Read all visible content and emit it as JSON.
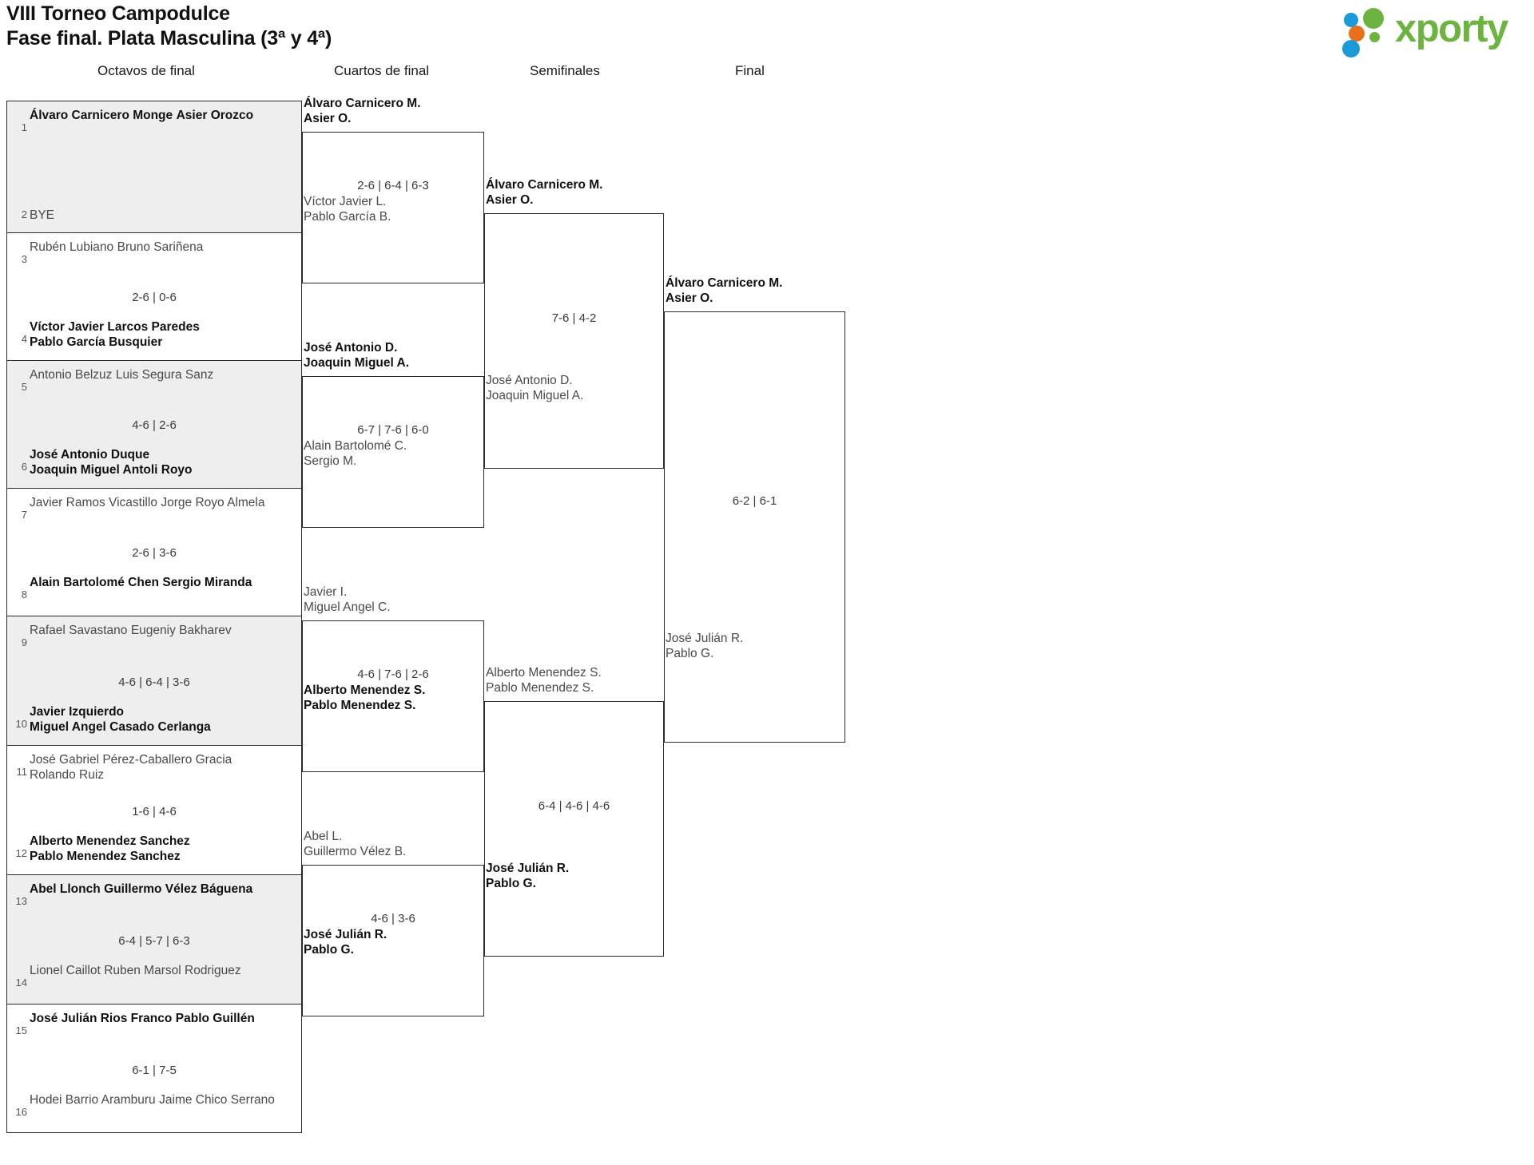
{
  "header": {
    "title_line1": "VIII Torneo Campodulce",
    "title_line2": "Fase final. Plata Masculina (3ª y 4ª)",
    "logo_text": "xporty",
    "logo_colors": {
      "blue": "#1a9ad7",
      "orange": "#e8701a",
      "green": "#6cb33f"
    }
  },
  "rounds": [
    {
      "label": "Octavos de final"
    },
    {
      "label": "Cuartos de final"
    },
    {
      "label": "Semifinales"
    },
    {
      "label": "Final"
    }
  ],
  "r1": {
    "matches": [
      {
        "score": "",
        "top": {
          "seed": "1",
          "line1": "Álvaro Carnicero Monge",
          "line2": "Asier Orozco",
          "winner": true
        },
        "bottom": {
          "seed": "2",
          "line1": "BYE",
          "line2": "",
          "winner": false
        }
      },
      {
        "score": "2-6 | 0-6",
        "top": {
          "seed": "3",
          "line1": "Rubén Lubiano",
          "line2": "Bruno Sariñena",
          "winner": false
        },
        "bottom": {
          "seed": "4",
          "line1": "Víctor Javier Larcos Paredes",
          "line2": "Pablo García Busquier",
          "winner": true
        }
      },
      {
        "score": "4-6 | 2-6",
        "top": {
          "seed": "5",
          "line1": "Antonio Belzuz",
          "line2": "Luis Segura Sanz",
          "winner": false
        },
        "bottom": {
          "seed": "6",
          "line1": "José Antonio Duque",
          "line2": "Joaquin Miguel Antoli Royo",
          "winner": true
        }
      },
      {
        "score": "2-6 | 3-6",
        "top": {
          "seed": "7",
          "line1": "Javier Ramos Vicastillo",
          "line2": "Jorge Royo Almela",
          "winner": false
        },
        "bottom": {
          "seed": "8",
          "line1": "Alain Bartolomé Chen",
          "line2": "Sergio Miranda",
          "winner": true
        }
      },
      {
        "score": "4-6 | 6-4 | 3-6",
        "top": {
          "seed": "9",
          "line1": "Rafael Savastano",
          "line2": "Eugeniy Bakharev",
          "winner": false
        },
        "bottom": {
          "seed": "10",
          "line1": "Javier Izquierdo",
          "line2": "Miguel Angel Casado Cerlanga",
          "winner": true
        }
      },
      {
        "score": "1-6 | 4-6",
        "top": {
          "seed": "11",
          "line1": "José Gabriel Pérez-Caballero Gracia",
          "line2": "Rolando Ruiz",
          "winner": false
        },
        "bottom": {
          "seed": "12",
          "line1": "Alberto Menendez Sanchez",
          "line2": "Pablo Menendez Sanchez",
          "winner": true
        }
      },
      {
        "score": "6-4 | 5-7 | 6-3",
        "top": {
          "seed": "13",
          "line1": "Abel Llonch",
          "line2": "Guillermo Vélez Báguena",
          "winner": true
        },
        "bottom": {
          "seed": "14",
          "line1": "Lionel Caillot",
          "line2": "Ruben Marsol Rodriguez",
          "winner": false
        }
      },
      {
        "score": "6-1 | 7-5",
        "top": {
          "seed": "15",
          "line1": "José Julián Rios Franco",
          "line2": "Pablo Guillén",
          "winner": true
        },
        "bottom": {
          "seed": "16",
          "line1": "Hodei Barrio Aramburu",
          "line2": "Jaime Chico Serrano",
          "winner": false
        }
      }
    ]
  },
  "r2": {
    "matches": [
      {
        "score": "2-6 | 6-4 | 6-3",
        "top": {
          "line1": "Álvaro Carnicero M.",
          "line2": "Asier O.",
          "winner": true
        },
        "bottom": {
          "line1": "Víctor Javier L.",
          "line2": "Pablo García B.",
          "winner": false
        }
      },
      {
        "score": "6-7 | 7-6 | 6-0",
        "top": {
          "line1": "José Antonio D.",
          "line2": "Joaquin Miguel A.",
          "winner": true
        },
        "bottom": {
          "line1": "Alain Bartolomé C.",
          "line2": "Sergio M.",
          "winner": false
        }
      },
      {
        "score": "4-6 | 7-6 | 2-6",
        "top": {
          "line1": "Javier I.",
          "line2": "Miguel Angel C.",
          "winner": false
        },
        "bottom": {
          "line1": "Alberto Menendez S.",
          "line2": "Pablo Menendez S.",
          "winner": true
        }
      },
      {
        "score": "4-6 | 3-6",
        "top": {
          "line1": "Abel L.",
          "line2": "Guillermo Vélez B.",
          "winner": false
        },
        "bottom": {
          "line1": "José Julián R.",
          "line2": "Pablo G.",
          "winner": true
        }
      }
    ]
  },
  "r3": {
    "matches": [
      {
        "score": "7-6 | 4-2",
        "top": {
          "line1": "Álvaro Carnicero M.",
          "line2": "Asier O.",
          "winner": true
        },
        "bottom": {
          "line1": "José Antonio D.",
          "line2": "Joaquin Miguel A.",
          "winner": false
        }
      },
      {
        "score": "6-4 | 4-6 | 4-6",
        "top": {
          "line1": "Alberto Menendez S.",
          "line2": "Pablo Menendez S.",
          "winner": false
        },
        "bottom": {
          "line1": "José Julián R.",
          "line2": "Pablo G.",
          "winner": true
        }
      }
    ]
  },
  "r4": {
    "matches": [
      {
        "score": "6-2 | 6-1",
        "top": {
          "line1": "Álvaro Carnicero M.",
          "line2": "Asier O.",
          "winner": true
        },
        "bottom": {
          "line1": "José Julián R.",
          "line2": "Pablo G.",
          "winner": false
        }
      }
    ]
  }
}
